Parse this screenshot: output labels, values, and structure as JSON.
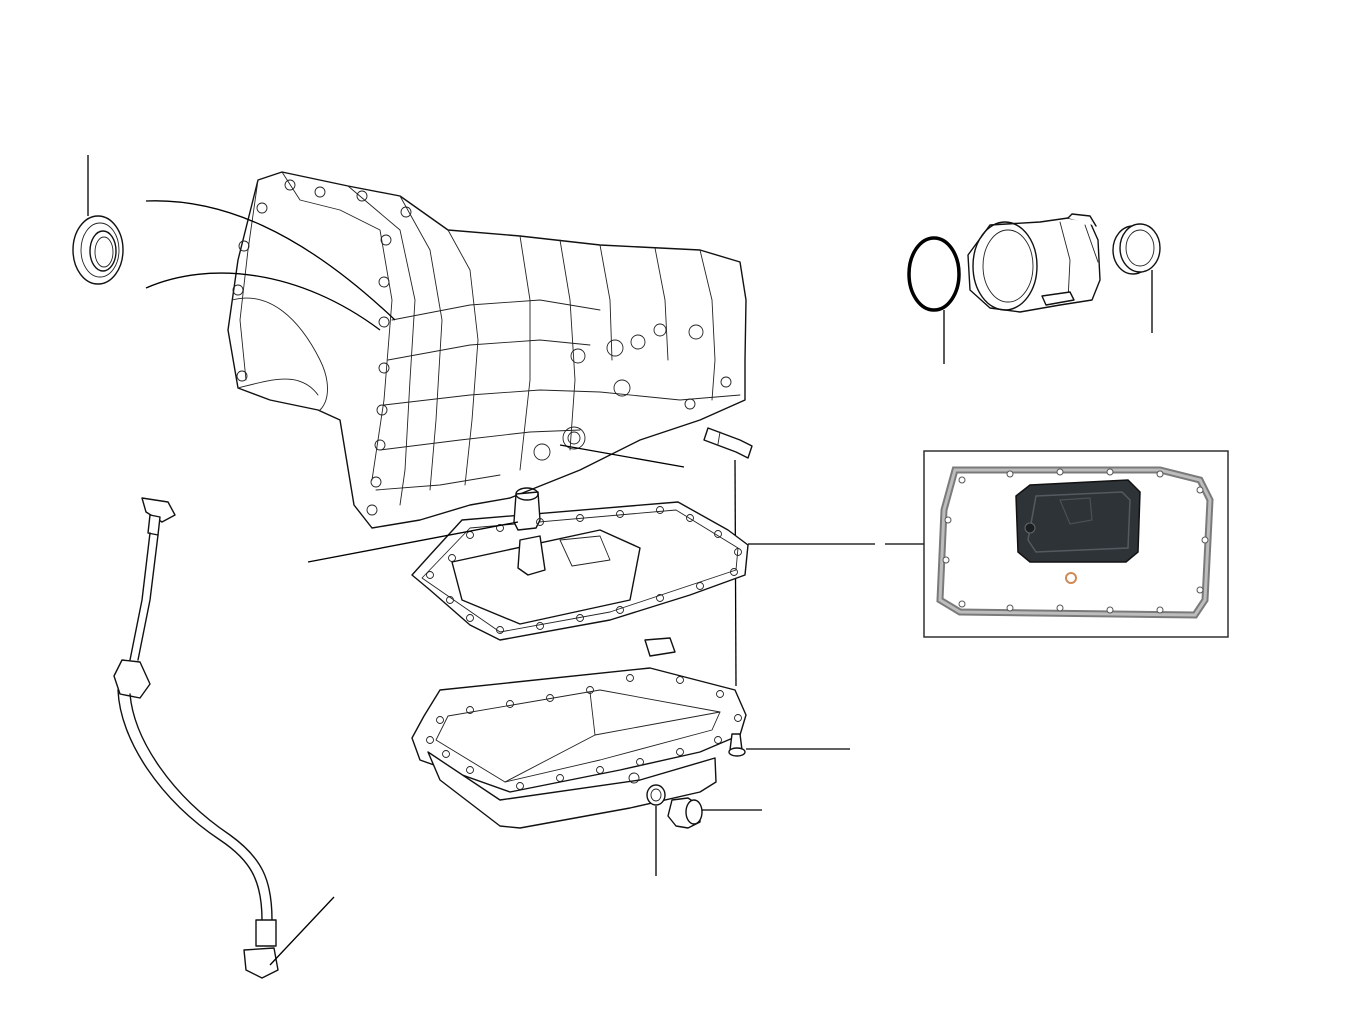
{
  "diagram": {
    "parts": [
      {
        "id": "rear-oil-seal",
        "icon": "oil-seal-icon"
      },
      {
        "id": "transmission-case",
        "icon": "transmission-icon"
      },
      {
        "id": "extension-housing",
        "icon": "housing-icon"
      },
      {
        "id": "o-ring",
        "icon": "o-ring-icon"
      },
      {
        "id": "bushing",
        "icon": "bushing-icon"
      },
      {
        "id": "filter-and-gasket",
        "icon": "filter-icon"
      },
      {
        "id": "oil-pan",
        "icon": "oil-pan-icon"
      },
      {
        "id": "pan-bolt",
        "icon": "bolt-icon"
      },
      {
        "id": "drain-plug",
        "icon": "drain-plug-icon"
      },
      {
        "id": "drain-washer",
        "icon": "washer-icon"
      },
      {
        "id": "dipstick",
        "icon": "dipstick-icon"
      }
    ],
    "colors": {
      "line": "#111111",
      "background": "#ffffff",
      "filter_body": "#2e3338",
      "gasket": "#9a9a9a",
      "washer": "#d08a55"
    }
  }
}
